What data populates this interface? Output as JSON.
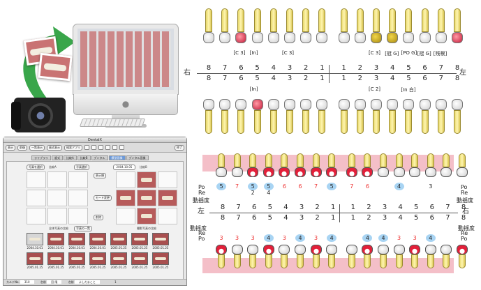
{
  "app": {
    "title": "DentalX",
    "toolbar": [
      "表示",
      "前後",
      "一覧表示",
      "歯式表示",
      "検索アプリ",
      "表示",
      "撮影",
      "画像",
      "拡大",
      "比較",
      "印刷",
      "終了"
    ],
    "tabs": [
      "ライブラリ",
      "歯式",
      "比較A",
      "比較B",
      "デンタル",
      "模型画像",
      "デンタル画像"
    ],
    "active_tab_index": 5,
    "left_buttons": [
      "写真を選択",
      "写真選択"
    ],
    "date_field": "2004.10.05",
    "grid_labels": {
      "a": "比較A",
      "b": "比較B"
    },
    "mid_buttons": [
      "表示順",
      "モード変更",
      "削除"
    ],
    "bottom_labels": [
      "全体写真の比較",
      "写真の一覧",
      "撮影写真の比較"
    ],
    "thumb_dates_row1": [
      "2004.10.01",
      "2004.10.01",
      "2004.10.01",
      "2004.10.01",
      "2005.01.25",
      "2005.01.25",
      "2005.01.25"
    ],
    "thumb_dates_row2": [
      "2005.01.25",
      "2005.01.25",
      "2005.01.25",
      "2005.01.25",
      "2005.01.25",
      "2005.01.25",
      "2005.01.25"
    ],
    "status": {
      "chart_label": "カルテNo.",
      "chart_no": "310",
      "name_label": "名前",
      "name": "田 隆",
      "kana_label": "名前",
      "kana": "よしだまこと",
      "page": "1"
    }
  },
  "top_chart": {
    "left_label": "右",
    "right_label": "左",
    "upper_numbers": [
      "8",
      "7",
      "6",
      "5",
      "4",
      "3",
      "2",
      "1",
      "1",
      "2",
      "3",
      "4",
      "5",
      "6",
      "7",
      "8"
    ],
    "lower_numbers": [
      "8",
      "7",
      "6",
      "5",
      "4",
      "3",
      "2",
      "1",
      "1",
      "2",
      "3",
      "4",
      "5",
      "6",
      "7",
      "8"
    ],
    "upper_annotations": [
      {
        "text": "[C 3]",
        "tooth": 2
      },
      {
        "text": "[In]",
        "tooth": 3
      },
      {
        "text": "[C 3]",
        "tooth": 5
      },
      {
        "text": "[冠 G]",
        "tooth": 11
      },
      {
        "text": "[C 3]",
        "tooth": 10
      },
      {
        "text": "[PO G]",
        "tooth": 12
      },
      {
        "text": "[冠 G]",
        "tooth": 13
      },
      {
        "text": "[残根]",
        "tooth": 14
      }
    ],
    "lower_annotations": [
      {
        "text": "[In]",
        "tooth": 3
      },
      {
        "text": "[C 2]",
        "tooth": 10
      },
      {
        "text": "[In 白]",
        "tooth": 12
      }
    ]
  },
  "perio_chart": {
    "left_label": "左",
    "right_label": "右",
    "upper_po": [
      "5",
      "7",
      "5",
      "5",
      "6",
      "6",
      "7",
      "5",
      "7",
      "6",
      "",
      "4",
      "",
      "3"
    ],
    "upper_re": [
      "",
      "",
      "2",
      "4",
      "",
      "",
      "",
      "",
      "",
      "",
      "",
      "",
      "",
      ""
    ],
    "row_labels_left": [
      "Po",
      "Re",
      "動揺度"
    ],
    "row_labels_right": [
      "Po",
      "Re",
      "動揺度"
    ],
    "upper_numbers": [
      "8",
      "7",
      "6",
      "5",
      "4",
      "3",
      "2",
      "1",
      "1",
      "2",
      "3",
      "4",
      "5",
      "6",
      "7",
      "8"
    ],
    "lower_numbers": [
      "8",
      "7",
      "6",
      "5",
      "4",
      "3",
      "2",
      "1",
      "1",
      "2",
      "3",
      "4",
      "5",
      "6",
      "7",
      "8"
    ],
    "lower_row_labels_left": [
      "動揺度",
      "Re",
      "Po"
    ],
    "lower_row_labels_right": [
      "動揺度",
      "Re",
      "Po"
    ],
    "lower_po": [
      "3",
      "3",
      "3",
      "4",
      "3",
      "4",
      "3",
      "4",
      "4",
      "4",
      "3",
      "3",
      "4"
    ]
  }
}
